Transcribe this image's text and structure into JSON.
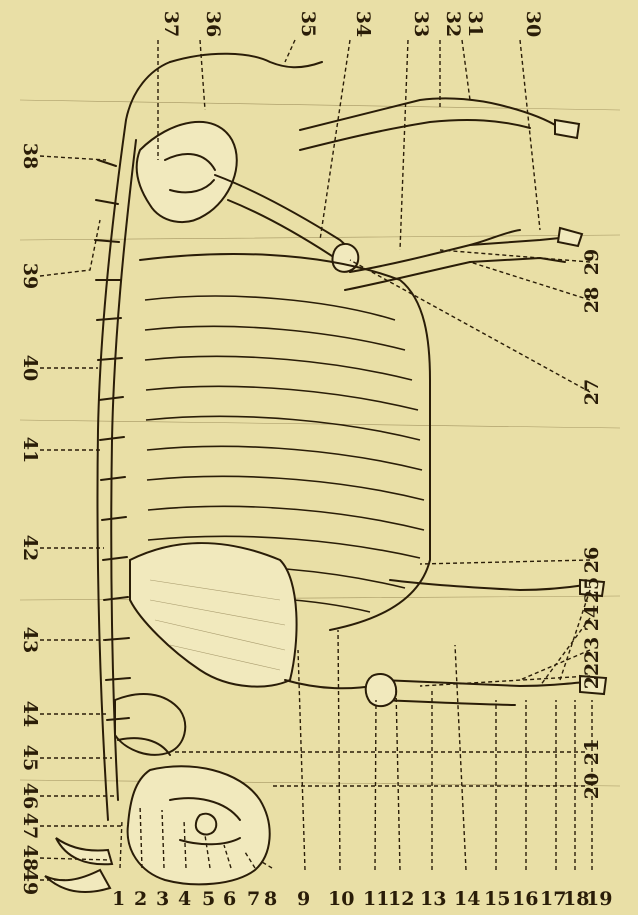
{
  "diagram": {
    "labels_bottom": [
      "1",
      "2",
      "3",
      "4",
      "5",
      "6",
      "7",
      "8",
      "9",
      "10",
      "11",
      "12",
      "13",
      "14",
      "15",
      "16",
      "17",
      "18",
      "19"
    ],
    "labels_right": [
      "20",
      "21",
      "22",
      "23",
      "24",
      "25",
      "26",
      "27",
      "28",
      "29"
    ],
    "labels_top": [
      "30",
      "31",
      "32",
      "33",
      "34",
      "35",
      "36",
      "37"
    ],
    "labels_left": [
      "38",
      "39",
      "40",
      "41",
      "42",
      "43",
      "44",
      "45",
      "46",
      "47",
      "48",
      "49"
    ]
  }
}
